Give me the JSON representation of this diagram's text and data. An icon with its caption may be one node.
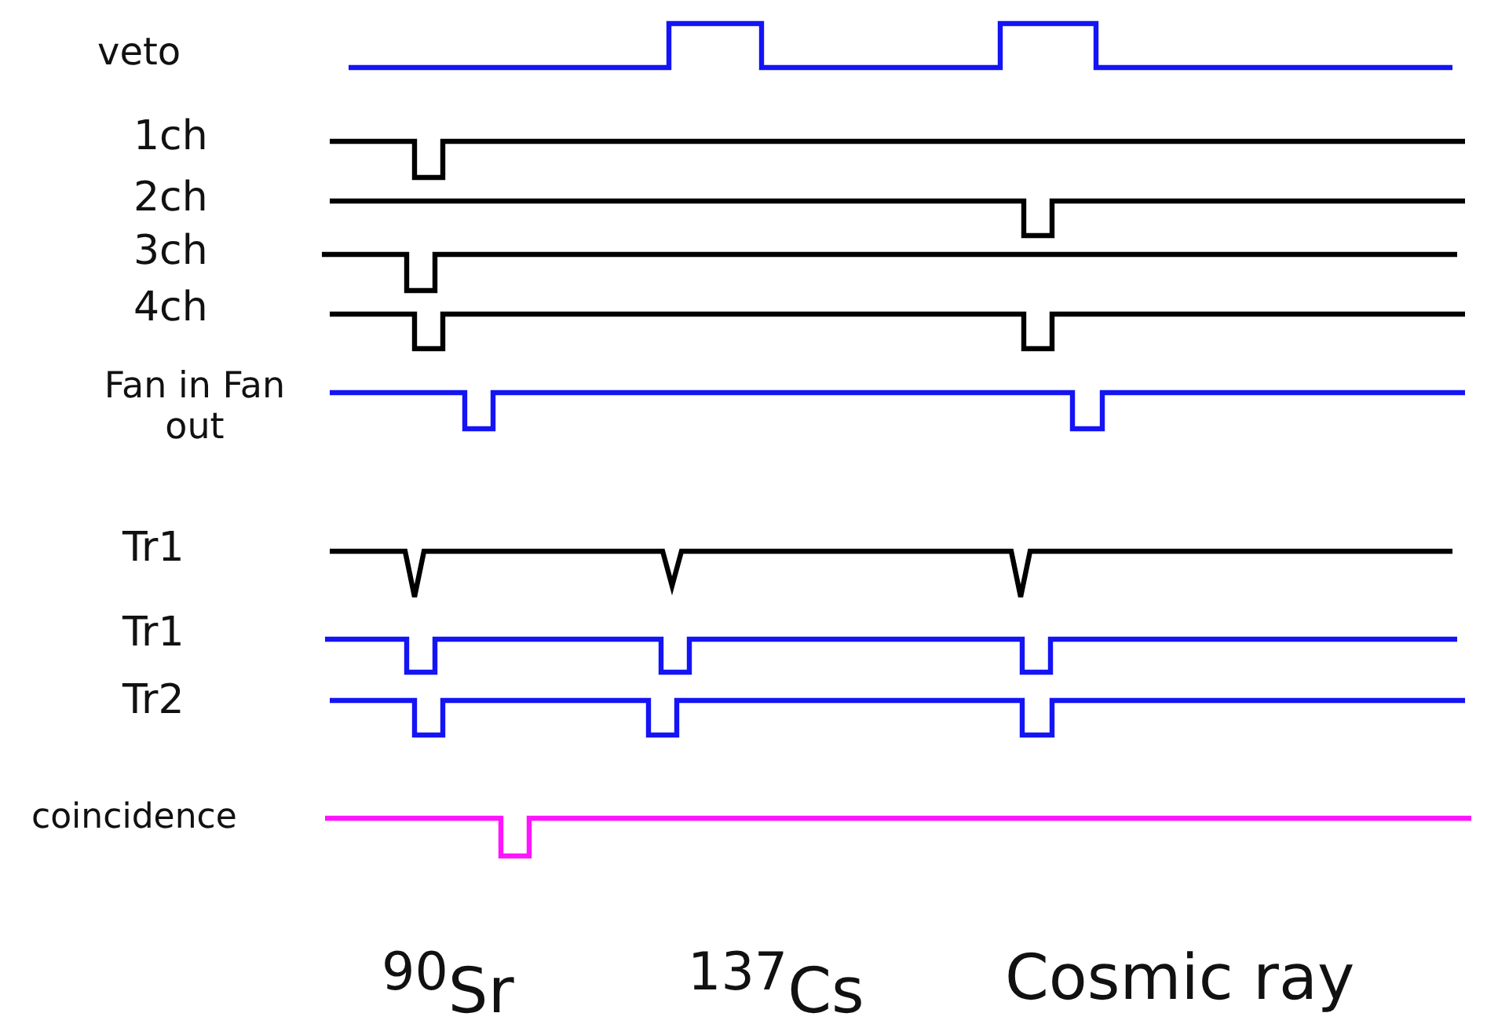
{
  "diagram": {
    "labels": [
      "veto",
      "1ch",
      "2ch",
      "3ch",
      "4ch",
      "Fan in Fan out",
      "Tr1",
      "Tr1",
      "Tr2",
      "coincidence",
      "$^{90}$Sr",
      "$^{137}$Cs",
      "Cosmic ray"
    ]
  }
}
